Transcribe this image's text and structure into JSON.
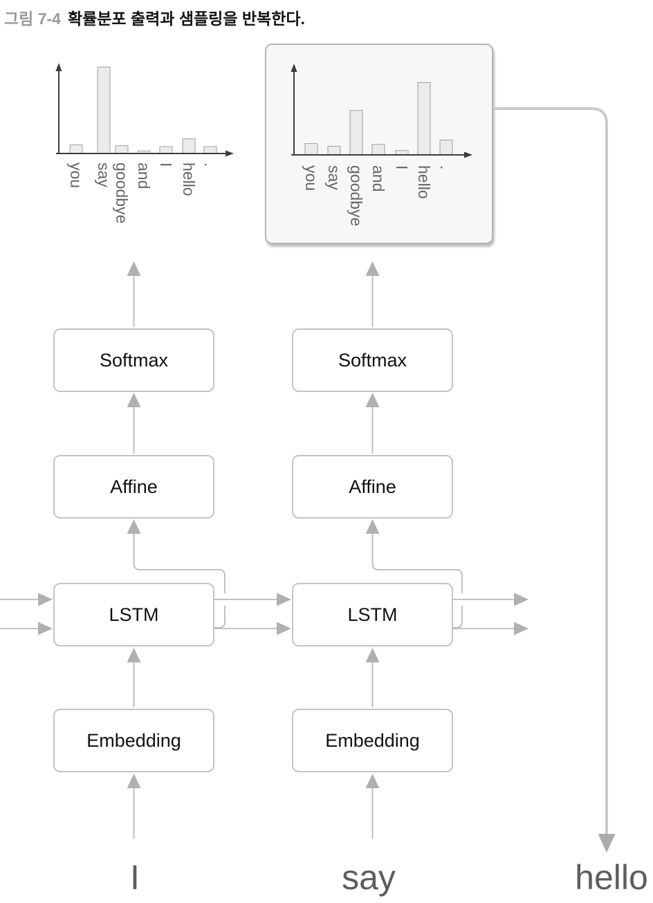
{
  "figure": {
    "label": "그림 7-4",
    "caption": "확률분포 출력과 샘플링을 반복한다."
  },
  "chart_data": [
    {
      "type": "bar",
      "categories": [
        "you",
        "say",
        "goodbye",
        "and",
        "I",
        "hello",
        "."
      ],
      "values": [
        0.1,
        1.0,
        0.09,
        0.03,
        0.08,
        0.17,
        0.08
      ],
      "ylim": [
        0,
        1
      ],
      "xlabel": "",
      "ylabel": "",
      "grid": false,
      "highlighted": false
    },
    {
      "type": "bar",
      "categories": [
        "you",
        "say",
        "goodbye",
        "and",
        "I",
        "hello",
        "."
      ],
      "values": [
        0.13,
        0.1,
        0.51,
        0.12,
        0.05,
        0.83,
        0.17
      ],
      "ylim": [
        0,
        1
      ],
      "xlabel": "",
      "ylabel": "",
      "grid": false,
      "highlighted": true
    }
  ],
  "columns": [
    {
      "input": "I",
      "boxes": {
        "softmax": "Softmax",
        "affine": "Affine",
        "lstm": "LSTM",
        "embedding": "Embedding"
      }
    },
    {
      "input": "say",
      "boxes": {
        "softmax": "Softmax",
        "affine": "Affine",
        "lstm": "LSTM",
        "embedding": "Embedding"
      }
    }
  ],
  "output_word": "hello",
  "colors": {
    "axis": "#3c3c3c",
    "bar_fill": "#ebebeb",
    "bar_border": "#9e9e9e",
    "chart_label": "#666666",
    "box_border": "#c4c4c4",
    "connector": "#b9b9b9",
    "arrowhead": "#b0b0b0",
    "highlight_fill": "#f7f7f7",
    "highlight_border": "#b5b5b5",
    "sample_arrow_shaft": "#cbcbcb",
    "sample_arrow_head": "#ababab",
    "word_label": "#5d5d5d",
    "figure_label": "#999999"
  }
}
